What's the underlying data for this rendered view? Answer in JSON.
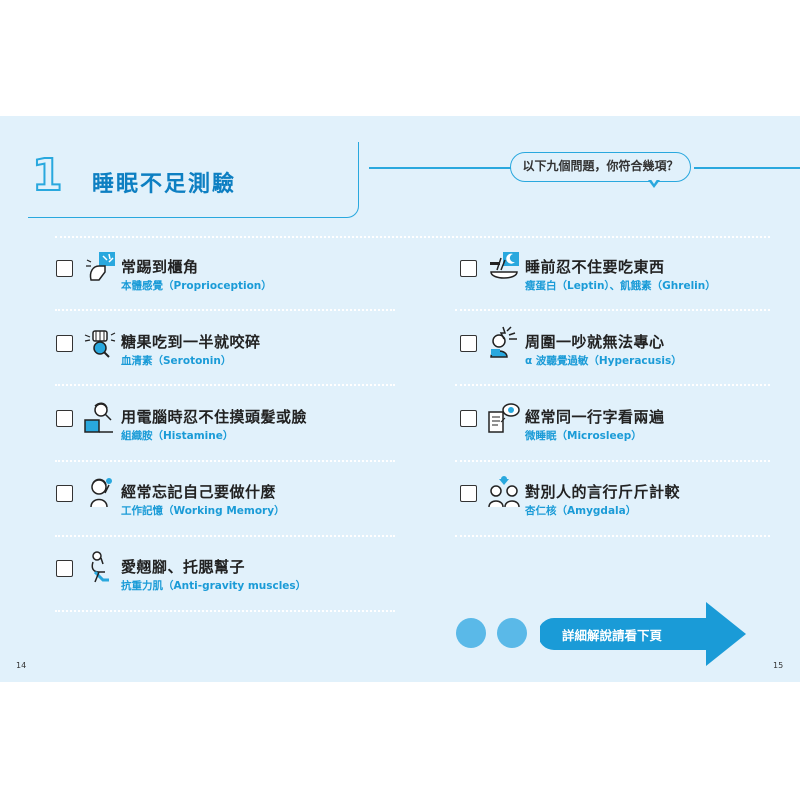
{
  "header": {
    "number": "1",
    "title": "睡眠不足測驗",
    "question": "以下九個問題，你符合幾項？"
  },
  "items": [
    {
      "title": "常踢到櫃角",
      "subtitle": "本體感覺（Proprioception）",
      "icon": "toe-stub-icon"
    },
    {
      "title": "睡前忍不住要吃東西",
      "subtitle": "瘦蛋白（Leptin）、飢餓素（Ghrelin）",
      "icon": "night-eating-icon"
    },
    {
      "title": "糖果吃到一半就咬碎",
      "subtitle": "血清素（Serotonin）",
      "icon": "candy-bite-icon"
    },
    {
      "title": "周圍一吵就無法專心",
      "subtitle": "α 波聽覺過敏（Hyperacusis）",
      "icon": "noise-icon"
    },
    {
      "title": "用電腦時忍不住摸頭髮或臉",
      "subtitle": "組織胺（Histamine）",
      "icon": "computer-touch-face-icon"
    },
    {
      "title": "經常同一行字看兩遍",
      "subtitle": "微睡眠（Microsleep）",
      "icon": "reading-eye-icon"
    },
    {
      "title": "經常忘記自己要做什麼",
      "subtitle": "工作記憶（Working Memory）",
      "icon": "forgetful-icon"
    },
    {
      "title": "對別人的言行斤斤計較",
      "subtitle": "杏仁核（Amygdala）",
      "icon": "two-people-icon"
    },
    {
      "title": "愛翹腳、托腮幫子",
      "subtitle": "抗重力肌（Anti-gravity muscles）",
      "icon": "crossed-legs-icon"
    }
  ],
  "footer": {
    "arrow_label": "詳細解說請看下頁",
    "page_left": "14",
    "page_right": "15"
  },
  "colors": {
    "background": "#e1f1fb",
    "accent": "#29a8de",
    "title": "#0d7fc2",
    "subtitle": "#1a9bd7"
  }
}
